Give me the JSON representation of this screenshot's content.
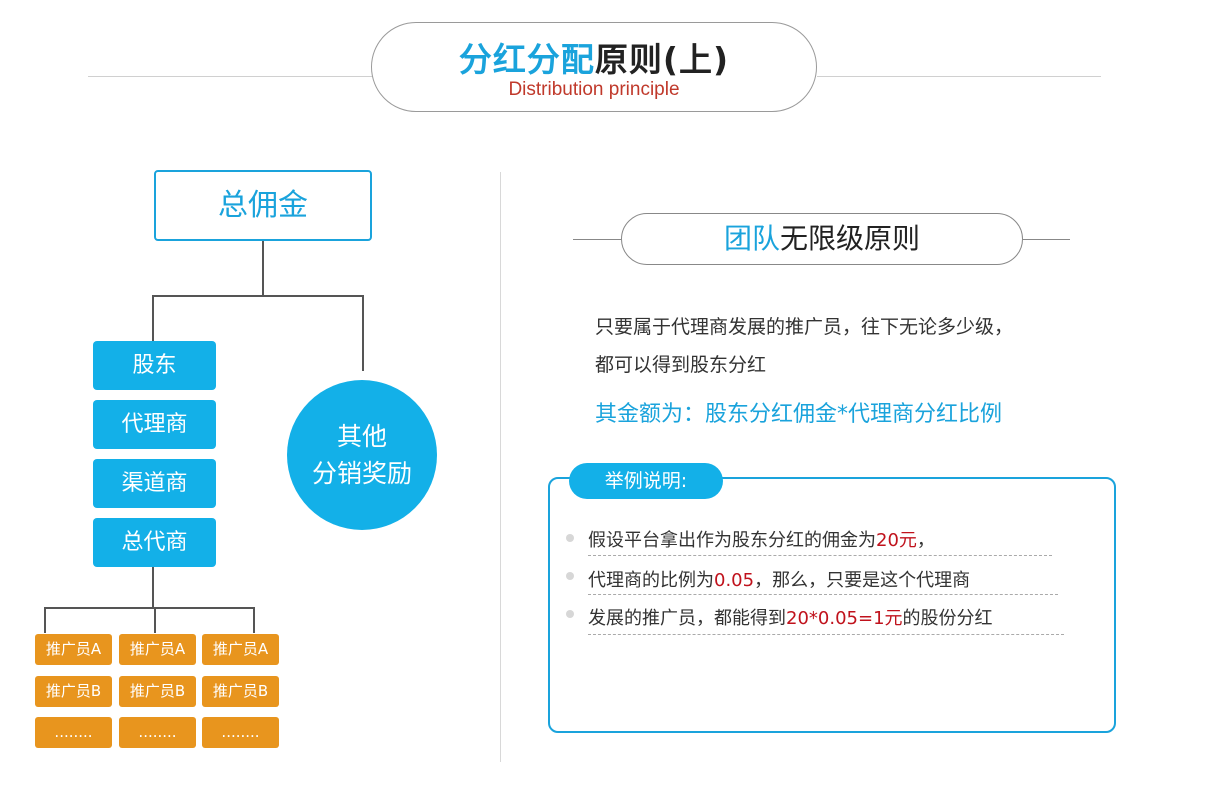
{
  "header": {
    "title_blue": "分红分配",
    "title_dark": "原则(上)",
    "subtitle": "Distribution principle"
  },
  "tree": {
    "root": "总佣金",
    "levels": [
      "股东",
      "代理商",
      "渠道商",
      "总代商"
    ],
    "other_line1": "其他",
    "other_line2": "分销奖励",
    "promoters": [
      [
        "推广员A",
        "推广员A",
        "推广员A"
      ],
      [
        "推广员B",
        "推广员B",
        "推广员B"
      ],
      [
        "........",
        "........",
        "........"
      ]
    ]
  },
  "rule": {
    "title_blue": "团队",
    "title_dark": "无限级原则",
    "text_line1": "只要属于代理商发展的推广员，往下无论多少级，",
    "text_line2": "都可以得到股东分红",
    "formula": "其金额为：股东分红佣金*代理商分红比例"
  },
  "example": {
    "tag": "举例说明:",
    "line1_pre": "假设平台拿出作为股东分红的佣金为",
    "line1_red": "20元",
    "line1_post": "，",
    "line2_pre": "代理商的比例为",
    "line2_red": "0.05",
    "line2_post": "，那么，只要是这个代理商",
    "line3_pre": "发展的推广员，都能得到",
    "line3_red": "20*0.05=1元",
    "line3_post": "的股份分红"
  },
  "colors": {
    "accent_blue": "#13b0e8",
    "orange": "#e8951e",
    "red": "#c0121c"
  }
}
